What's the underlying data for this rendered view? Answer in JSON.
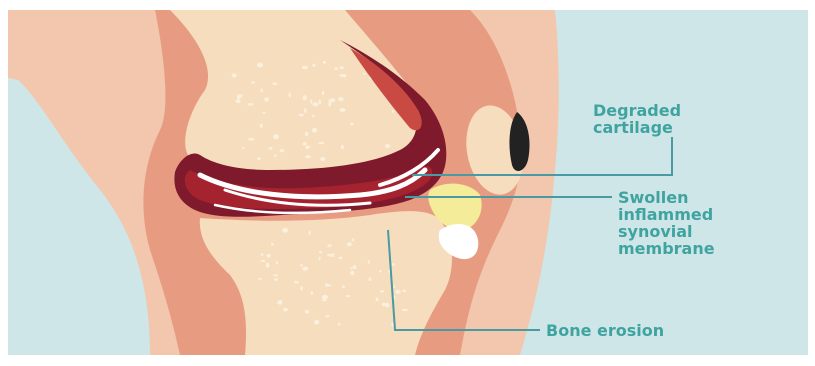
{
  "labels": {
    "degraded": [
      "Degraded",
      "cartilage"
    ],
    "synovial": [
      "Swollen",
      "inflammed",
      "synovial",
      "membrane"
    ],
    "erosion": "Bone erosion"
  },
  "colors": {
    "background": "#cfe6e8",
    "skin_outer": "#f2c7ad",
    "skin_inner": "#e79c82",
    "bone": "#f5ddbd",
    "synovial_dark": "#7e1a2b",
    "synovial_mid": "#a5222f",
    "synovial_light": "#c94a43",
    "cartilage": "#ffffff",
    "fluid": "#f5ec9a",
    "dark_tissue": "#222222",
    "label_text": "#3fa4a0",
    "leader_line": "#4a9aa3"
  },
  "icons": {
    "patella": "kneecap-shape",
    "cartilage": "cartilage-streaks"
  }
}
